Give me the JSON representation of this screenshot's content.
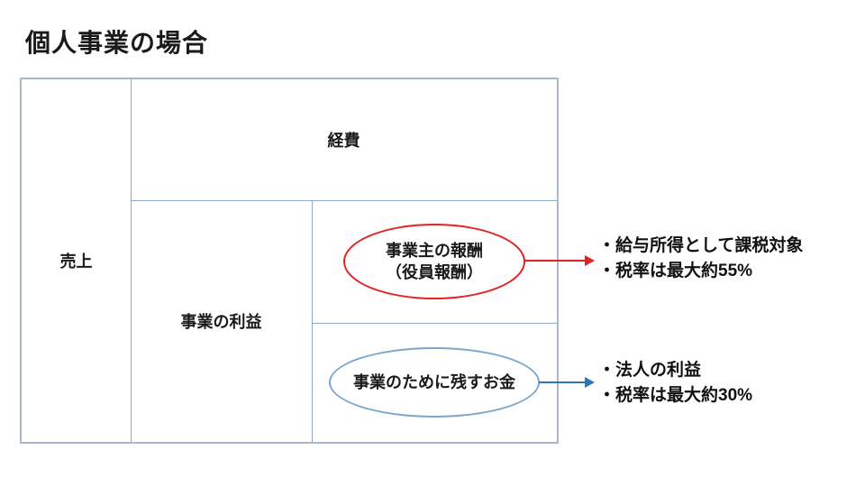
{
  "title": "個人事業の場合",
  "diagram": {
    "cells": {
      "sales": "売上",
      "expenses": "経費",
      "profit": "事業の利益",
      "owner_comp_line1": "事業主の報酬",
      "owner_comp_line2": "（役員報酬）",
      "keep_money": "事業のために残すお金"
    },
    "annotations": {
      "red": {
        "lines": [
          "・給与所得として課税対象",
          "・税率は最大約55%"
        ]
      },
      "blue": {
        "lines": [
          "・法人の利益",
          "・税率は最大約30%"
        ]
      }
    },
    "colors": {
      "table_border": "#a7bacd",
      "table_border_inner": "#8fa8c8",
      "red": "#e02424",
      "blue_arrow": "#2e75b6",
      "blue_oval": "#7ba7cc"
    }
  }
}
